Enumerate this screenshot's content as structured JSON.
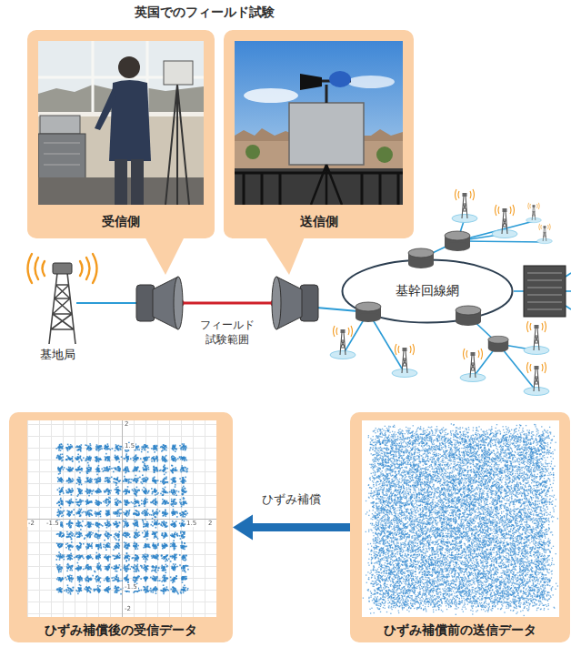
{
  "diagram": {
    "title": "英国でのフィールド試験",
    "nodes": [
      {
        "text": [
          "受信側"
        ]
      },
      {
        "text": [
          "送信側"
        ]
      },
      {
        "text": [
          "基地局"
        ]
      },
      {
        "text": [
          "基幹回線網"
        ]
      },
      {
        "text": [
          "ひずみ補償後の受信データ"
        ]
      },
      {
        "text": [
          "ひずみ補償前の送信データ"
        ]
      }
    ],
    "edges": [
      {
        "from": 5,
        "to": 4,
        "arrow": "to",
        "label": "ひずみ補償"
      }
    ],
    "labels": [
      "フィールド 試験範囲",
      "2",
      "1.5",
      "-2",
      "-1.5",
      "1.5",
      "2",
      "-1.5",
      "-2"
    ]
  }
}
